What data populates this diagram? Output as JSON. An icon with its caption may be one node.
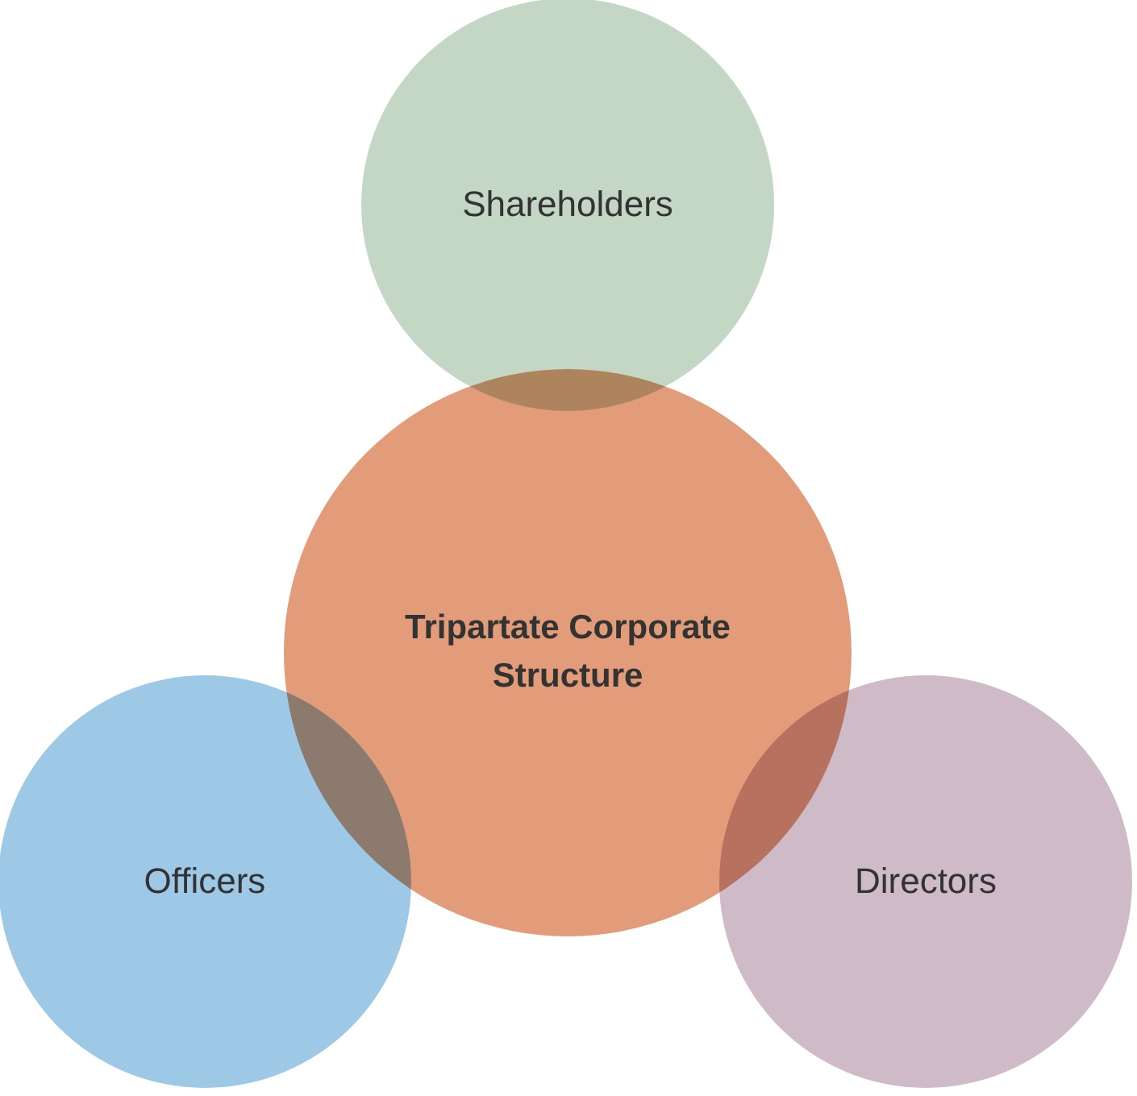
{
  "diagram": {
    "nodes": [
      {
        "text": [
          "Shareholders"
        ]
      },
      {
        "text": [
          "Tripartate Corporate Structure"
        ]
      },
      {
        "text": [
          "Officers"
        ]
      },
      {
        "text": [
          "Directors"
        ]
      }
    ]
  }
}
